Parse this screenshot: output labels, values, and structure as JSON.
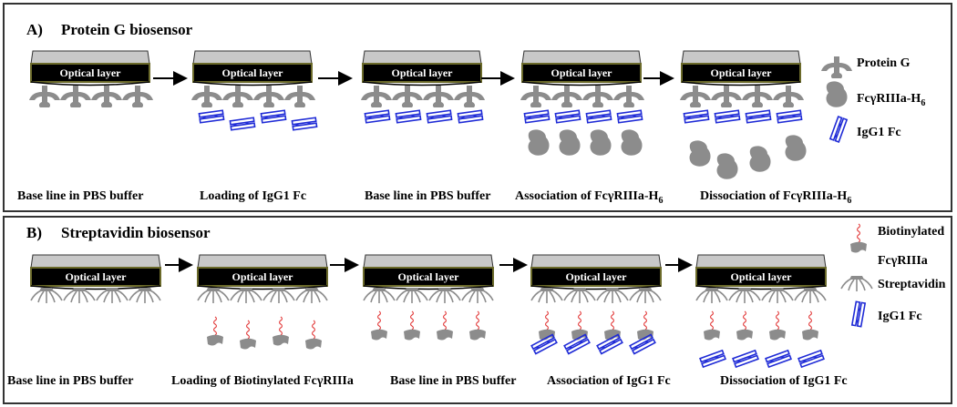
{
  "panelA": {
    "label": "A)",
    "title": "Protein G biosensor",
    "steps": [
      "Base line in PBS buffer",
      "Loading  of IgG1 Fc",
      "Base line in PBS buffer",
      "Association of  FcγRIIIa-H",
      "Dissociation of FcγRIIIa-H"
    ],
    "step_subscripts": [
      "",
      "",
      "",
      "6",
      "6"
    ],
    "legend": [
      "Protein G",
      "FcγRIIIa-H",
      "IgG1 Fc"
    ],
    "legend_subscripts": [
      "",
      "6",
      ""
    ]
  },
  "panelB": {
    "label": "B)",
    "title": "Streptavidin  biosensor",
    "steps": [
      "Base line in PBS buffer",
      "Loading  of Biotinylated  FcγRIIIa",
      "Base line in PBS buffer",
      "Association of IgG1 Fc",
      "Dissociation of  IgG1 Fc"
    ],
    "legend": [
      "Biotinylated",
      "FcγRIIIa",
      "Streptavidin",
      "IgG1 Fc"
    ]
  },
  "optical_layer_label": "Optical layer",
  "colors": {
    "layer": "#000000",
    "layer_border": "#6b6a2a",
    "cap": "#c8c8c8",
    "protein": "#8c8c8c",
    "igg": "#1f2bd6",
    "biotin": "#e23a3a"
  }
}
